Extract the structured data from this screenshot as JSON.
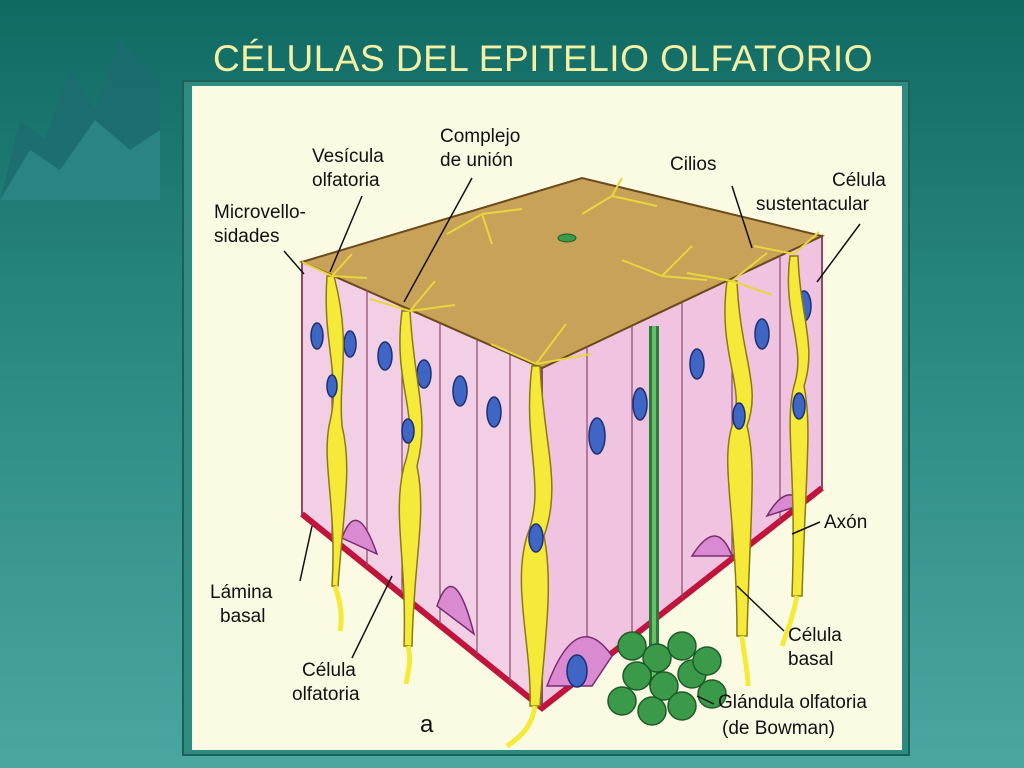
{
  "slide": {
    "title": "CÉLULAS DEL EPITELIO OLFATORIO"
  },
  "diagram": {
    "labels": {
      "vesicula": [
        "Vesícula",
        "olfatoria"
      ],
      "complejo": [
        "Complejo",
        "de unión"
      ],
      "cilios": [
        "Cilios"
      ],
      "sustentacular": [
        "Célula",
        "sustentacular"
      ],
      "microvellosidades": [
        "Microvello-",
        "sidades"
      ],
      "axon": [
        "Axón"
      ],
      "lamina": [
        "Lámina",
        "basal"
      ],
      "basal": [
        "Célula",
        "basal"
      ],
      "olfatoria": [
        "Célula",
        "olfatoria"
      ],
      "glandula": [
        "Glándula olfatoria",
        "(de Bowman)"
      ],
      "panel": [
        "a"
      ]
    },
    "colors": {
      "slide_bg": "#2a8a82",
      "title": "#f4f0a6",
      "figure_bg": "#fbfbe4",
      "surface": "#c9a25a",
      "epithelium": "#f3cfe6",
      "olfactory_cell": "#f5ea3a",
      "nucleus": "#3f66c4",
      "gland": "#3a9a4a",
      "basal_lamina": "#c0143c",
      "basal_cell": "#d98ad0"
    }
  }
}
